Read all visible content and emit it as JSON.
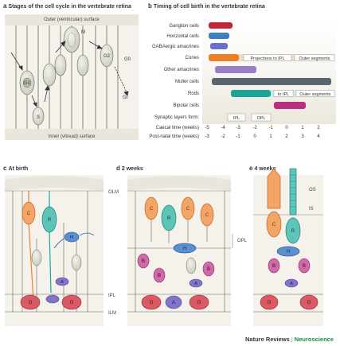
{
  "panel_a": {
    "letter": "a",
    "title": "Stages of the cell cycle in the vertebrate retina",
    "outer_label": "Outer (ventricular) surface",
    "inner_label": "Inner (vitread) surface",
    "phases": {
      "g1": "G1",
      "m": "M",
      "g2": "G2",
      "s": "S",
      "g0": "G0",
      "gi": "GI"
    }
  },
  "panel_b": {
    "letter": "b",
    "title": "Timing of cell birth in the vertebrate retina",
    "cell_types": [
      "Ganglion cells",
      "Horizontal cells",
      "GABAergic amacrines",
      "Cones",
      "Other amacrines",
      "Muller cells",
      "Rods",
      "Bipolar cells"
    ],
    "colors": [
      "#c0283a",
      "#3d7fc4",
      "#6a6fc8",
      "#e8812a",
      "#9b7fc4",
      "#5a6570",
      "#1aa596",
      "#b7307e"
    ],
    "annotations": {
      "cones_projection": "Projections to IPL",
      "cones_outer": "Outer segments",
      "rods_ipl": "to IPL",
      "rods_outer": "Outer segments"
    },
    "synaptic_label": "Synaptic layers form:",
    "ipl": "IPL",
    "opl": "OPL",
    "caecal_label": "Caecal time (weeks)",
    "postnatal_label": "Post-natal time (weeks)",
    "caecal_ticks": [
      "-5",
      "-4",
      "-3",
      "-2",
      "-1",
      "0",
      "1",
      "2"
    ],
    "postnatal_ticks": [
      "-3",
      "-2",
      "-1",
      "0",
      "1",
      "2",
      "3",
      "4"
    ]
  },
  "panel_c": {
    "letter": "c",
    "title": "At birth",
    "olm": "OLM",
    "ipl": "IPL",
    "ilm": "ILM"
  },
  "panel_d": {
    "letter": "d",
    "title": "2 weeks",
    "opl": "OPL"
  },
  "panel_e": {
    "letter": "e",
    "title": "4 weeks",
    "os": "OS",
    "is": "IS"
  },
  "cell_letters": {
    "c": "C",
    "r": "R",
    "b": "B",
    "h": "H",
    "a": "A",
    "g": "G"
  },
  "footer": {
    "brand": "Nature Reviews",
    "separator": "|",
    "journal": "Neuroscience"
  }
}
